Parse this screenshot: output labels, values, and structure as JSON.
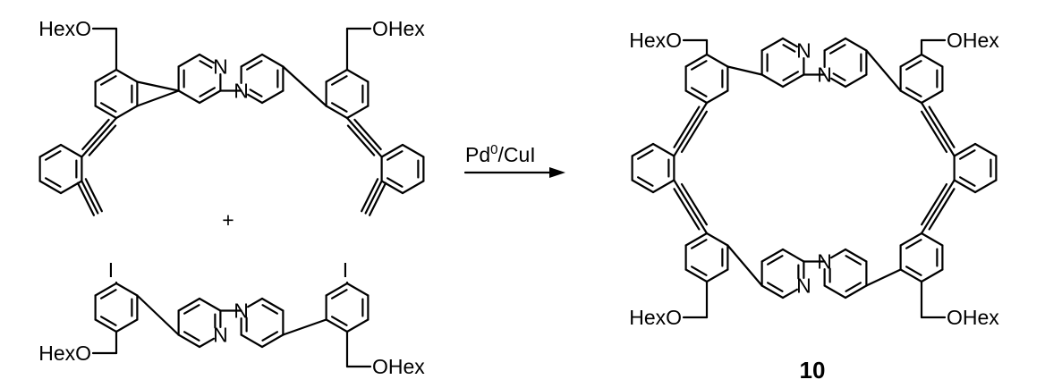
{
  "labels": {
    "hexo": "HexO",
    "ohex": "OHex",
    "nitrogen": "N",
    "iodine": "I",
    "plus": "+",
    "reagent_base": "Pd",
    "reagent_sup": "0",
    "reagent_rest": "/CuI",
    "compound_number": "10"
  }
}
